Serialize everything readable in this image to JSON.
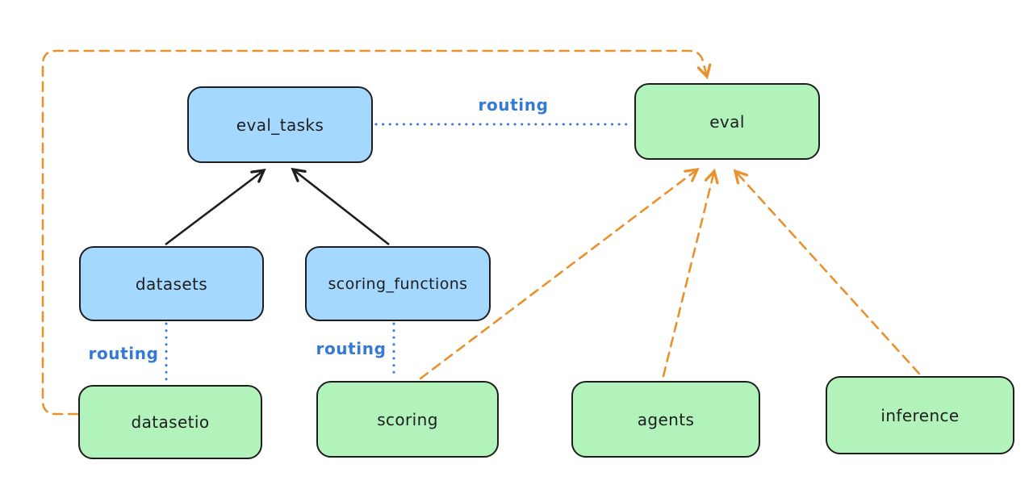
{
  "diagram": {
    "nodes": [
      {
        "id": "eval_tasks",
        "label": "eval_tasks",
        "kind": "blue"
      },
      {
        "id": "eval",
        "label": "eval",
        "kind": "green"
      },
      {
        "id": "datasets",
        "label": "datasets",
        "kind": "blue"
      },
      {
        "id": "scoring_functions",
        "label": "scoring_functions",
        "kind": "blue"
      },
      {
        "id": "datasetio",
        "label": "datasetio",
        "kind": "green"
      },
      {
        "id": "scoring",
        "label": "scoring",
        "kind": "green"
      },
      {
        "id": "agents",
        "label": "agents",
        "kind": "green"
      },
      {
        "id": "inference",
        "label": "inference",
        "kind": "green"
      }
    ],
    "edge_labels": [
      {
        "id": "routing-eval",
        "text": "routing"
      },
      {
        "id": "routing-datasets",
        "text": "routing"
      },
      {
        "id": "routing-scoring",
        "text": "routing"
      }
    ],
    "edges": [
      {
        "from": "datasets",
        "to": "eval_tasks",
        "style": "solid-black-arrow"
      },
      {
        "from": "scoring_functions",
        "to": "eval_tasks",
        "style": "solid-black-arrow"
      },
      {
        "from": "eval_tasks",
        "to": "eval",
        "style": "dotted-blue",
        "label": "routing"
      },
      {
        "from": "datasets",
        "to": "datasetio",
        "style": "dotted-blue",
        "label": "routing"
      },
      {
        "from": "scoring_functions",
        "to": "scoring",
        "style": "dotted-blue",
        "label": "routing"
      },
      {
        "from": "datasetio",
        "to": "eval",
        "style": "dashed-orange-arrow"
      },
      {
        "from": "scoring",
        "to": "eval",
        "style": "dashed-orange-arrow"
      },
      {
        "from": "agents",
        "to": "eval",
        "style": "dashed-orange-arrow"
      },
      {
        "from": "inference",
        "to": "eval",
        "style": "dashed-orange-arrow"
      }
    ],
    "colors": {
      "background": "#ffffff",
      "node_blue_fill": "#a5d8ff",
      "node_green_fill": "#b2f2bb",
      "node_stroke": "#1e1e1e",
      "text": "#1e1e1e",
      "routing_label_blue": "#3579d8",
      "dashed_orange": "#e8912d"
    }
  }
}
